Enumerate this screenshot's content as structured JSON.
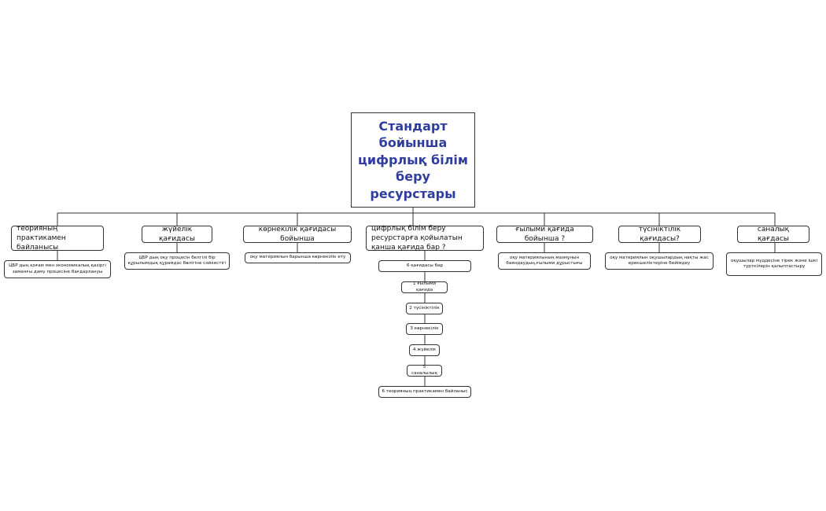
{
  "root": {
    "title": "Стандарт бойынша цифрлық білім беру ресурстары"
  },
  "categories": [
    {
      "label": "теорияның практикамен байланысы",
      "child": "ЦБР дың қоғам мен экономикалық қазіргі заманғы даму процесіне бағдарлануы"
    },
    {
      "label": "жүйелік қағидасы",
      "child": "ЦБР дың оқу процесін белгілі бір құрылымдық құрамдас бөлігіне сәйкестігі"
    },
    {
      "label": "көрнекілік қағидасы бойынша",
      "child": "оқу материялын барынша көрнекілік ету"
    },
    {
      "label": "цифрлық білім беру ресурстарға қойылатын қанша қағида бар ?",
      "chain": [
        "6 қағидасы бар",
        "1 ғылыми қағида",
        "2 түсініктілік",
        "3 көрнекілік",
        "4 жүйелік",
        "5 саналылық",
        "6 теорияның практикамен байланыс"
      ]
    },
    {
      "label": "ғылыми қағида бойынша ?",
      "child": "оқу материялының мазмұнын баяндаудың,ғылыми дұрыстығы"
    },
    {
      "label": "түсініктілік қағидасы?",
      "child": "оқу материялын оқушылардың нақты жас ерекшеліктеріне бейімдеу"
    },
    {
      "label": "саналық қағдасы",
      "child": "оқушылар мүддесіне тірек және ішкі түрткілерін қалыптастыру"
    }
  ]
}
